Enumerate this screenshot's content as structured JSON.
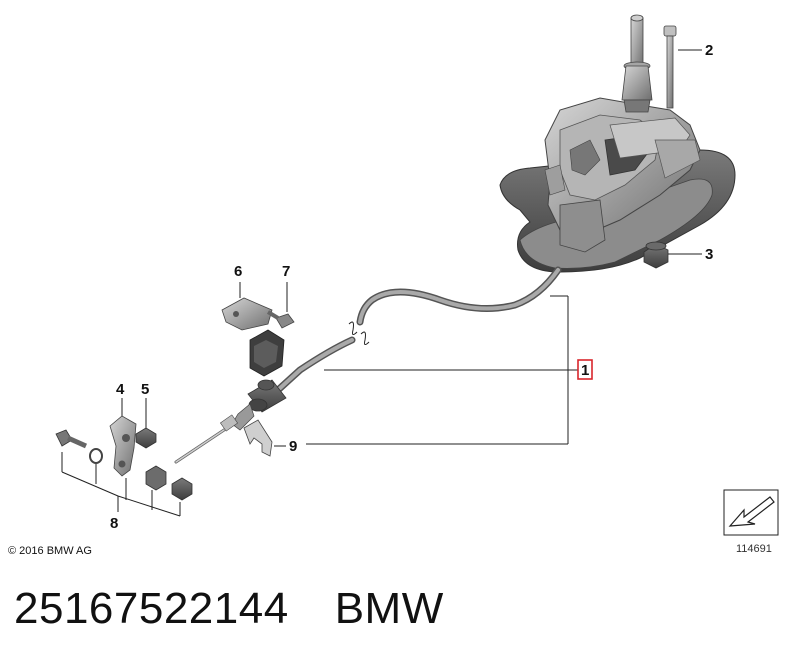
{
  "callouts": [
    "1",
    "2",
    "3",
    "4",
    "5",
    "6",
    "7",
    "8",
    "9"
  ],
  "copyright": "© 2016 BMW AG",
  "reference_number": "114691",
  "caption": {
    "part_number": "25167522144",
    "brand": "BMW"
  },
  "colors": {
    "highlight_box": "#d9262c",
    "line": "#222222",
    "part_fill": "#9a9a9a",
    "part_dark": "#5a5a5a"
  }
}
